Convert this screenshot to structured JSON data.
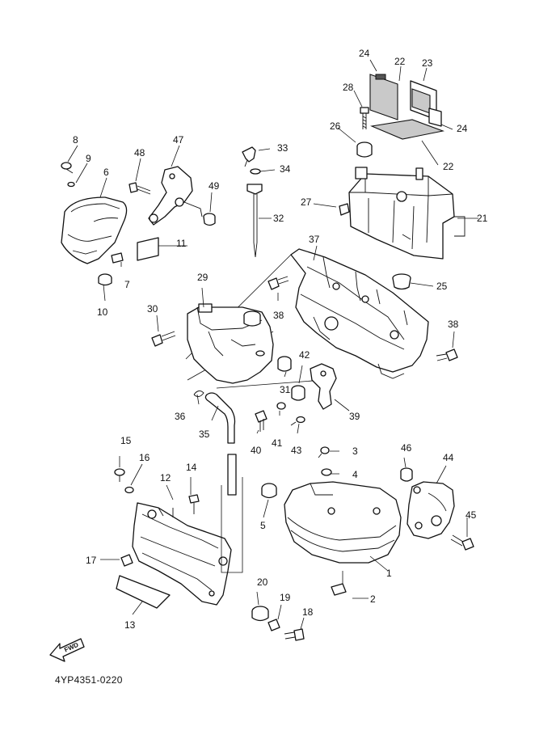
{
  "diagram_code": "4YP4351-0220",
  "fwd_label": "FWD",
  "callouts": {
    "c1": "1",
    "c2": "2",
    "c3": "3",
    "c4": "4",
    "c5": "5",
    "c6": "6",
    "c7": "7",
    "c8": "8",
    "c9": "9",
    "c10": "10",
    "c11": "11",
    "c12": "12",
    "c13": "13",
    "c14": "14",
    "c15": "15",
    "c16": "16",
    "c17": "17",
    "c18": "18",
    "c19": "19",
    "c20": "20",
    "c21": "21",
    "c22a": "22",
    "c22b": "22",
    "c23": "23",
    "c24a": "24",
    "c24b": "24",
    "c25": "25",
    "c26": "26",
    "c27": "27",
    "c28": "28",
    "c29": "29",
    "c30": "30",
    "c31": "31",
    "c32": "32",
    "c33": "33",
    "c34": "34",
    "c35": "35",
    "c36": "36",
    "c37": "37",
    "c38a": "38",
    "c38b": "38",
    "c39": "39",
    "c40": "40",
    "c41": "41",
    "c42": "42",
    "c43": "43",
    "c44": "44",
    "c45": "45",
    "c46": "46",
    "c47": "47",
    "c48": "48",
    "c49": "49"
  }
}
